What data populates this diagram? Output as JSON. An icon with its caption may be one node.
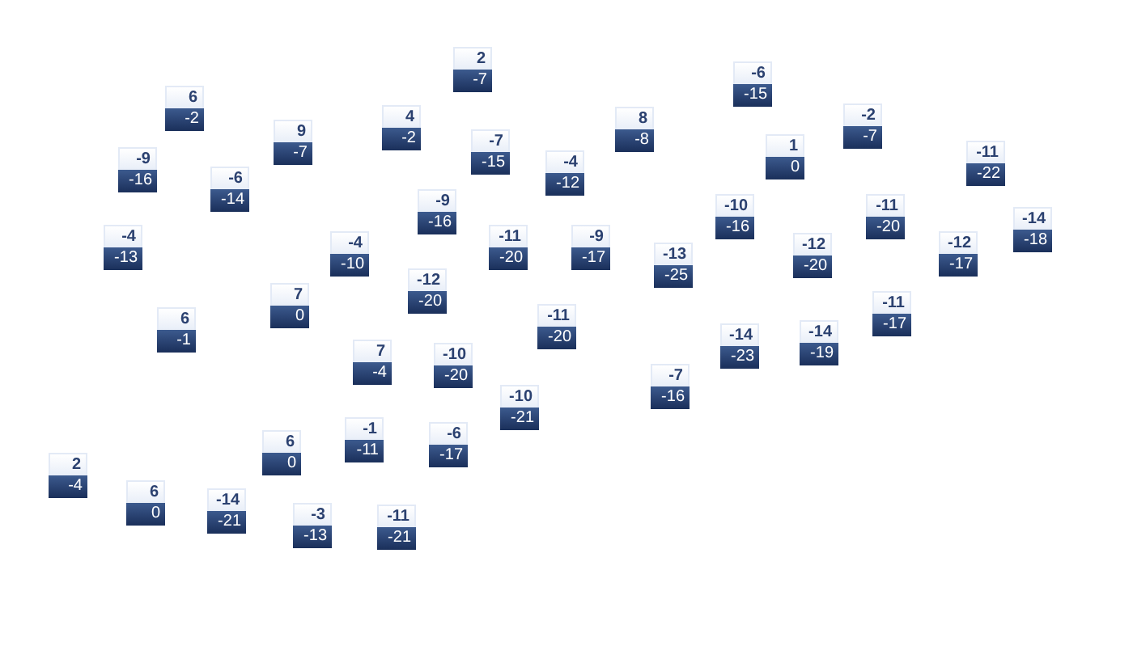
{
  "diagram": {
    "nodes": [
      {
        "text": [
          "2",
          "-7"
        ]
      },
      {
        "text": [
          "-6",
          "-15"
        ]
      },
      {
        "text": [
          "6",
          "-2"
        ]
      },
      {
        "text": [
          "4",
          "-2"
        ]
      },
      {
        "text": [
          "-2",
          "-7"
        ]
      },
      {
        "text": [
          "8",
          "-8"
        ]
      },
      {
        "text": [
          "9",
          "-7"
        ]
      },
      {
        "text": [
          "-7",
          "-15"
        ]
      },
      {
        "text": [
          "1",
          "0"
        ]
      },
      {
        "text": [
          "-9",
          "-16"
        ]
      },
      {
        "text": [
          "-4",
          "-12"
        ]
      },
      {
        "text": [
          "-11",
          "-22"
        ]
      },
      {
        "text": [
          "-6",
          "-14"
        ]
      },
      {
        "text": [
          "-9",
          "-16"
        ]
      },
      {
        "text": [
          "-10",
          "-16"
        ]
      },
      {
        "text": [
          "-11",
          "-20"
        ]
      },
      {
        "text": [
          "-14",
          "-18"
        ]
      },
      {
        "text": [
          "-4",
          "-13"
        ]
      },
      {
        "text": [
          "-11",
          "-20"
        ]
      },
      {
        "text": [
          "-9",
          "-17"
        ]
      },
      {
        "text": [
          "-4",
          "-10"
        ]
      },
      {
        "text": [
          "-12",
          "-20"
        ]
      },
      {
        "text": [
          "-13",
          "-25"
        ]
      },
      {
        "text": [
          "-12",
          "-17"
        ]
      },
      {
        "text": [
          "-12",
          "-20"
        ]
      },
      {
        "text": [
          "7",
          "0"
        ]
      },
      {
        "text": [
          "-11",
          "-17"
        ]
      },
      {
        "text": [
          "6",
          "-1"
        ]
      },
      {
        "text": [
          "-11",
          "-20"
        ]
      },
      {
        "text": [
          "-14",
          "-23"
        ]
      },
      {
        "text": [
          "-14",
          "-19"
        ]
      },
      {
        "text": [
          "7",
          "-4"
        ]
      },
      {
        "text": [
          "-10",
          "-20"
        ]
      },
      {
        "text": [
          "-7",
          "-16"
        ]
      },
      {
        "text": [
          "-10",
          "-21"
        ]
      },
      {
        "text": [
          "-1",
          "-11"
        ]
      },
      {
        "text": [
          "6",
          "0"
        ]
      },
      {
        "text": [
          "-6",
          "-17"
        ]
      },
      {
        "text": [
          "2",
          "-4"
        ]
      },
      {
        "text": [
          "6",
          "0"
        ]
      },
      {
        "text": [
          "-14",
          "-21"
        ]
      },
      {
        "text": [
          "-3",
          "-13"
        ]
      },
      {
        "text": [
          "-11",
          "-21"
        ]
      }
    ]
  }
}
